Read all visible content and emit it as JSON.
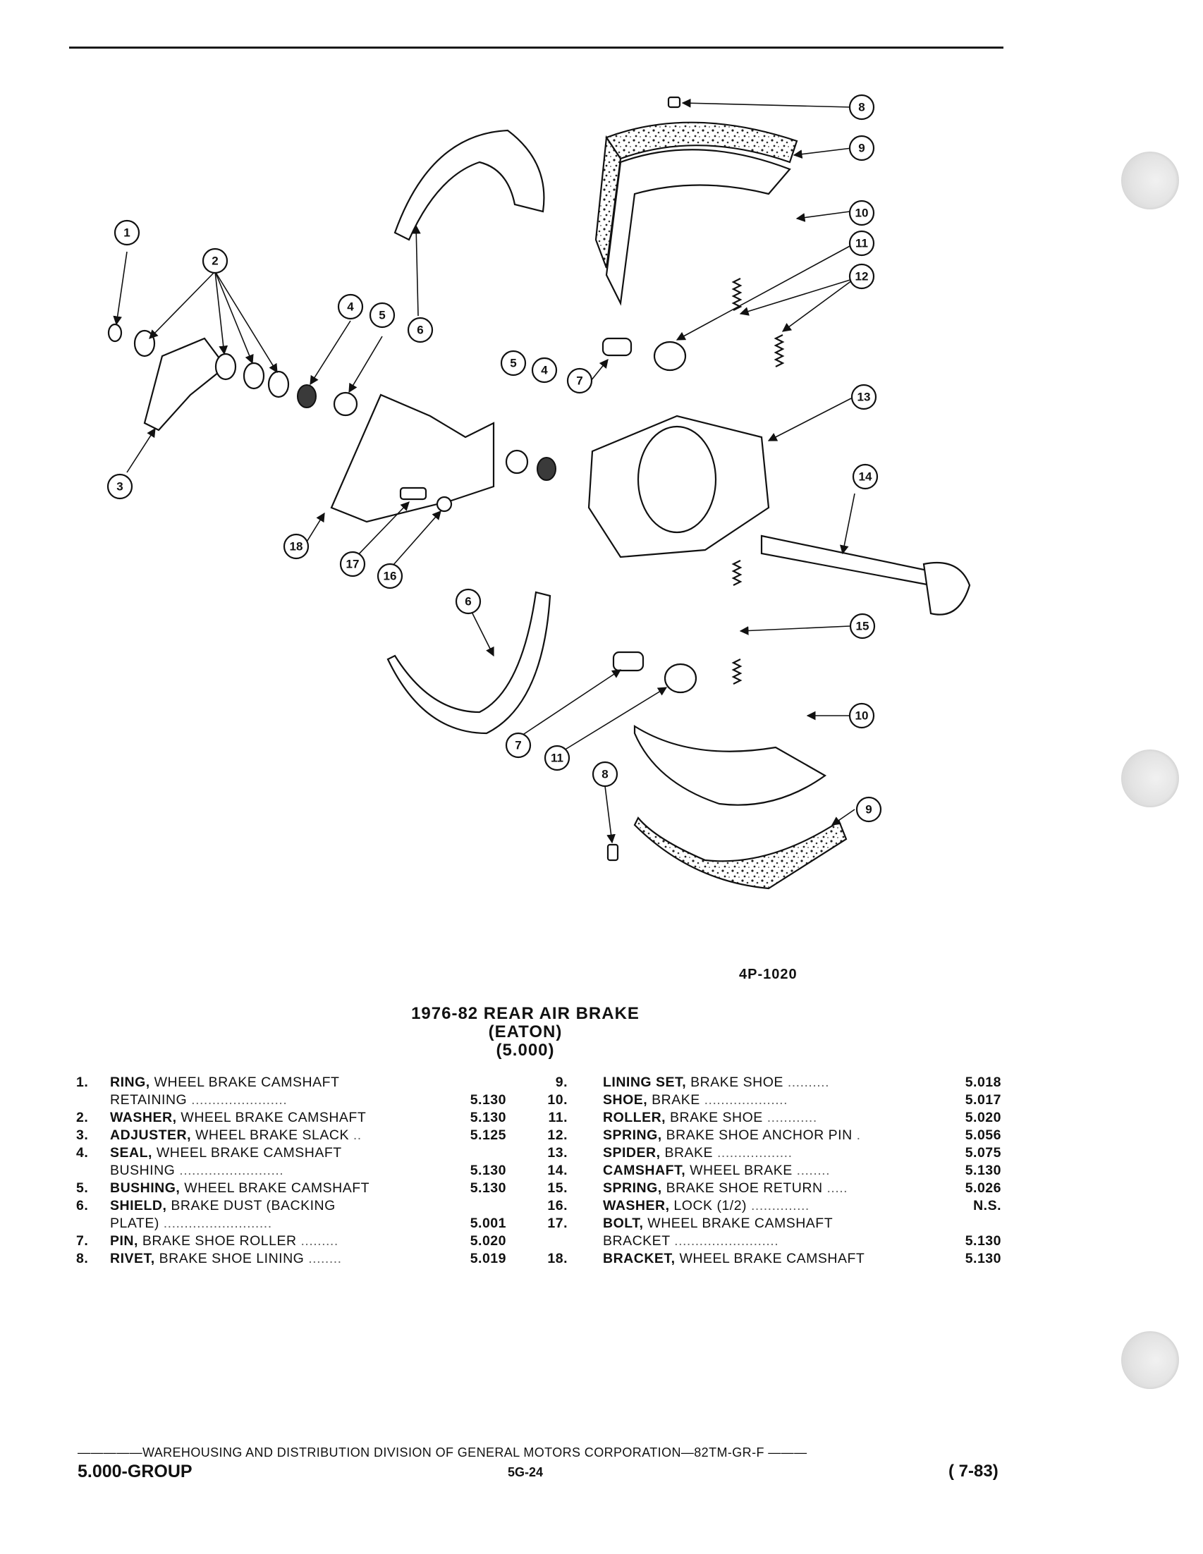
{
  "figure_code": "4P-1020",
  "title": {
    "line1": "1976-82 REAR AIR BRAKE",
    "line2": "(EATON)",
    "line3": "(5.000)"
  },
  "callouts": [
    "1",
    "2",
    "3",
    "4",
    "5",
    "6",
    "7",
    "8",
    "9",
    "10",
    "11",
    "12",
    "13",
    "14",
    "15",
    "16",
    "17",
    "18"
  ],
  "parts_left": [
    {
      "num": "1.",
      "name": "RING,",
      "desc": " WHEEL BRAKE CAMSHAFT",
      "desc2": "RETAINING",
      "leaders": " .......................",
      "code": "5.130"
    },
    {
      "num": "2.",
      "name": "WASHER,",
      "desc": " WHEEL BRAKE CAMSHAFT",
      "desc2": "",
      "leaders": "",
      "code": "5.130"
    },
    {
      "num": "3.",
      "name": "ADJUSTER,",
      "desc": " WHEEL BRAKE SLACK",
      "desc2": "",
      "leaders": " ..",
      "code": "5.125"
    },
    {
      "num": "4.",
      "name": "SEAL,",
      "desc": " WHEEL BRAKE CAMSHAFT",
      "desc2": "BUSHING",
      "leaders": " .........................",
      "code": "5.130"
    },
    {
      "num": "5.",
      "name": "BUSHING,",
      "desc": " WHEEL BRAKE CAMSHAFT",
      "desc2": "",
      "leaders": "",
      "code": "5.130"
    },
    {
      "num": "6.",
      "name": "SHIELD,",
      "desc": " BRAKE DUST (BACKING",
      "desc2": "PLATE)",
      "leaders": " ..........................",
      "code": "5.001"
    },
    {
      "num": "7.",
      "name": "PIN,",
      "desc": " BRAKE SHOE ROLLER",
      "desc2": "",
      "leaders": " .........",
      "code": "5.020"
    },
    {
      "num": "8.",
      "name": "RIVET,",
      "desc": " BRAKE SHOE LINING",
      "desc2": "",
      "leaders": " ........",
      "code": "5.019"
    }
  ],
  "parts_right": [
    {
      "num": "9.",
      "name": "LINING SET,",
      "desc": " BRAKE SHOE",
      "desc2": "",
      "leaders": " ..........",
      "code": "5.018"
    },
    {
      "num": "10.",
      "name": "SHOE,",
      "desc": " BRAKE",
      "desc2": "",
      "leaders": " ....................",
      "code": "5.017"
    },
    {
      "num": "11.",
      "name": "ROLLER,",
      "desc": " BRAKE SHOE",
      "desc2": "",
      "leaders": " ............",
      "code": "5.020"
    },
    {
      "num": "12.",
      "name": "SPRING,",
      "desc": " BRAKE SHOE ANCHOR PIN",
      "desc2": "",
      "leaders": " .",
      "code": "5.056"
    },
    {
      "num": "13.",
      "name": "SPIDER,",
      "desc": " BRAKE",
      "desc2": "",
      "leaders": " ..................",
      "code": "5.075"
    },
    {
      "num": "14.",
      "name": "CAMSHAFT,",
      "desc": " WHEEL BRAKE",
      "desc2": "",
      "leaders": " ........",
      "code": "5.130"
    },
    {
      "num": "15.",
      "name": "SPRING,",
      "desc": " BRAKE SHOE RETURN",
      "desc2": "",
      "leaders": " .....",
      "code": "5.026"
    },
    {
      "num": "16.",
      "name": "WASHER,",
      "desc": " LOCK (1/2)",
      "desc2": "",
      "leaders": " ..............",
      "code": "N.S."
    },
    {
      "num": "17.",
      "name": "BOLT,",
      "desc": " WHEEL BRAKE CAMSHAFT",
      "desc2": "BRACKET",
      "leaders": " .........................",
      "code": "5.130"
    },
    {
      "num": "18.",
      "name": "BRACKET,",
      "desc": " WHEEL BRAKE CAMSHAFT",
      "desc2": "",
      "leaders": "",
      "code": "5.130"
    }
  ],
  "footer": {
    "line": "—————WAREHOUSING AND DISTRIBUTION  DIVISION OF GENERAL MOTORS CORPORATION—82TM-GR-F  ———",
    "group": "5.000-GROUP",
    "page": "5G-24",
    "date": "( 7-83)"
  }
}
